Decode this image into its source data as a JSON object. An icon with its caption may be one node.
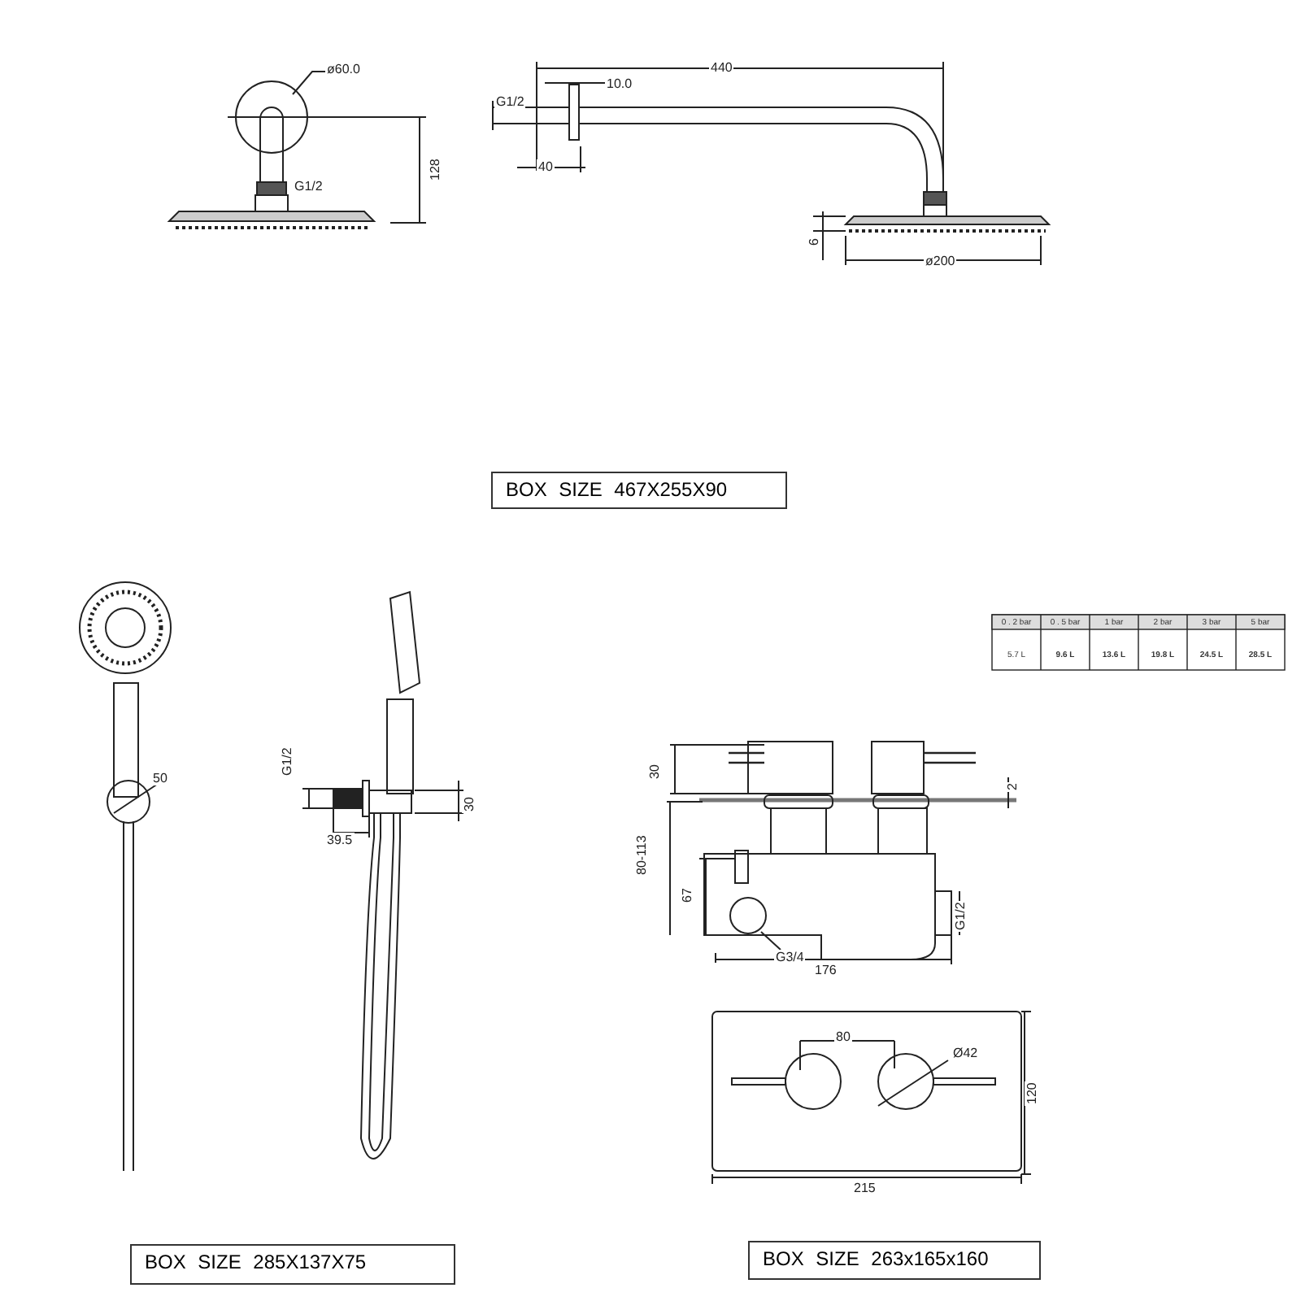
{
  "diagram": {
    "nodes": [
      {
        "text": [
          "BOX SIZE 467X255X90"
        ]
      },
      {
        "text": [
          "BOX SIZE 285X137X75"
        ]
      },
      {
        "text": [
          "BOX SIZE 263x165x160"
        ]
      }
    ],
    "labels": [
      "ø60.0",
      "440",
      "10.0",
      "G1/2",
      "G1/2",
      "128",
      "40",
      "6",
      "ø200",
      "0 . 2 bar",
      "0 . 5 bar",
      "1 bar",
      "2 bar",
      "3 bar",
      "5 bar",
      "5.7 L",
      "9.6 L",
      "13.6 L",
      "19.8 L",
      "24.5 L",
      "28.5 L",
      "G1/2",
      "50",
      "30",
      "39.5",
      "30",
      "2",
      "80-113",
      "67",
      "G1/2",
      "G3/4",
      "176",
      "80",
      "Ø42",
      "120",
      "215"
    ]
  }
}
